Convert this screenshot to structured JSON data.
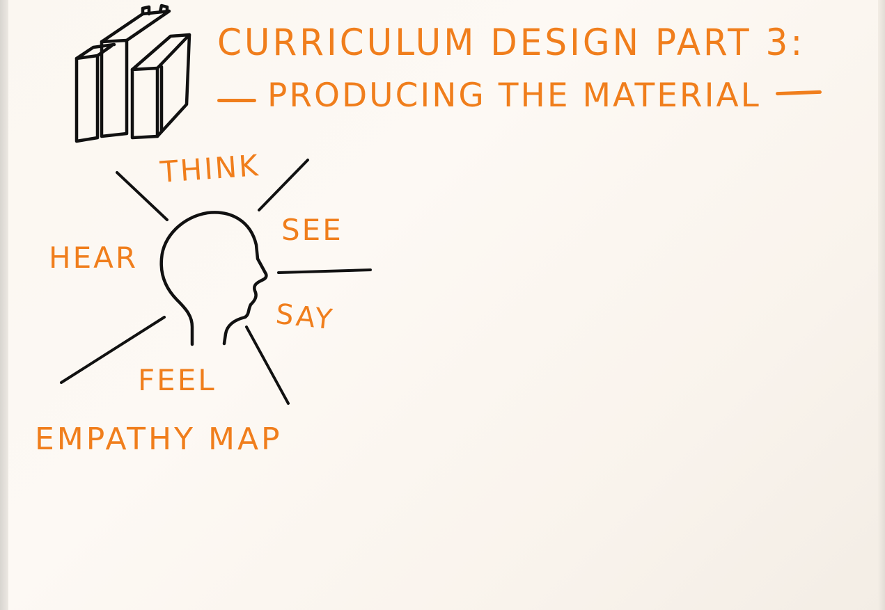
{
  "title": {
    "line1": "CURRICULUM DESIGN PART 3:",
    "line2": "PRODUCING THE MATERIAL"
  },
  "diagram": {
    "think": "THINK",
    "see": "SEE",
    "hear": "HEAR",
    "say": "SAY",
    "feel": "FEEL",
    "caption": "EMPATHY MAP"
  },
  "colors": {
    "ink_orange": "#f07e1c",
    "ink_black": "#111111",
    "paper": "#fbf7f1"
  },
  "icons": {
    "books": "books-icon",
    "head": "head-profile-icon"
  }
}
